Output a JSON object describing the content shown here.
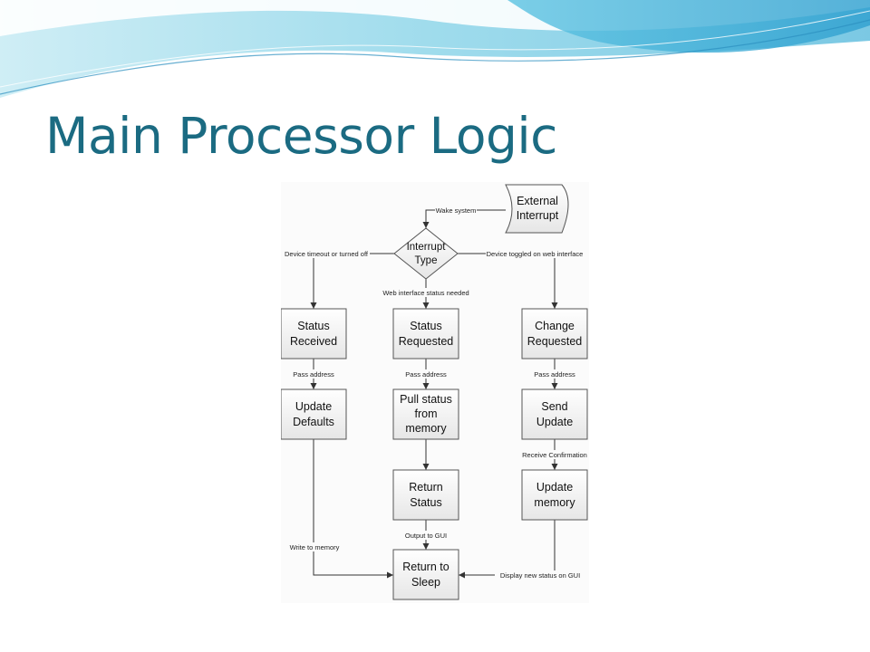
{
  "slide": {
    "title": "Main Processor Logic"
  },
  "diagram": {
    "nodes": {
      "external_interrupt": [
        "External",
        "Interrupt"
      ],
      "interrupt_type": [
        "Interrupt",
        "Type"
      ],
      "status_received": [
        "Status",
        "Received"
      ],
      "status_requested": [
        "Status",
        "Requested"
      ],
      "change_requested": [
        "Change",
        "Requested"
      ],
      "update_defaults": [
        "Update",
        "Defaults"
      ],
      "pull_status": [
        "Pull status",
        "from",
        "memory"
      ],
      "send_update": [
        "Send",
        "Update"
      ],
      "return_status": [
        "Return",
        "Status"
      ],
      "update_memory": [
        "Update",
        "memory"
      ],
      "return_to_sleep": [
        "Return to",
        "Sleep"
      ]
    },
    "edges": {
      "wake_system": "Wake system",
      "device_timeout": "Device timeout or turned off",
      "device_toggled": "Device toggled on web interface",
      "web_status_needed": "Web interface status needed",
      "pass_address_left": "Pass address",
      "pass_address_mid": "Pass address",
      "pass_address_right": "Pass address",
      "receive_confirmation": "Receive Confirmation",
      "write_to_memory": "Write to memory",
      "output_to_gui": "Output to GUI",
      "display_new_status": "Display new status on GUI"
    }
  }
}
